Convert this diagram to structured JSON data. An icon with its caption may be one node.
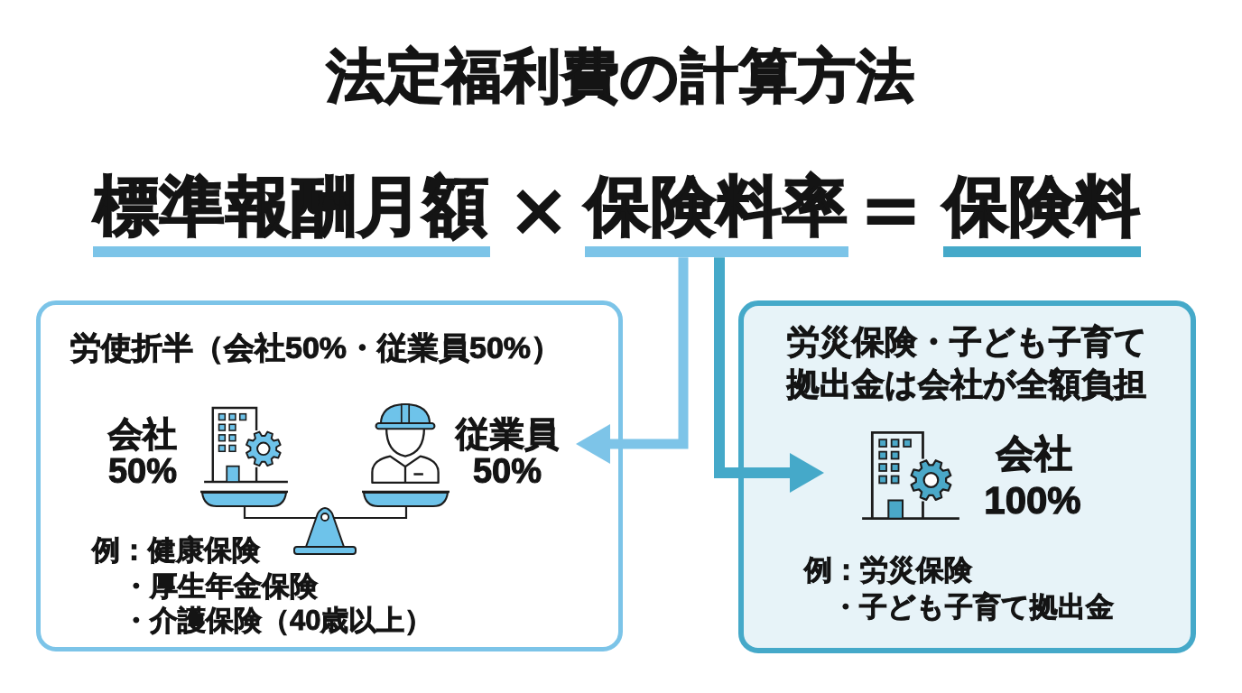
{
  "diagram": {
    "title": "法定福利費の計算方法",
    "nodes": [
      {
        "text": [
          "標準報酬月額"
        ]
      },
      {
        "text": [
          "保険料率"
        ]
      },
      {
        "text": [
          "保険料"
        ]
      },
      {
        "text": [
          "労使折半（会社50%・従業員50%）",
          "会社",
          "50%",
          "従業員",
          "50%",
          "例：健康保険",
          "・厚生年金保険",
          "・介護保険（40歳以上）"
        ]
      },
      {
        "text": [
          "労災保険・子ども子育て拠出金は会社が全額負担",
          "会社",
          "100%",
          "例：労災保険",
          "・子ども子育て拠出金"
        ]
      }
    ],
    "edges": [
      {
        "from": 1,
        "to": 3,
        "arrow": "to",
        "color": "#7dc4e8"
      },
      {
        "from": 1,
        "to": 4,
        "arrow": "to",
        "color": "#45a9c9"
      }
    ],
    "labels": [
      "×",
      "="
    ]
  }
}
